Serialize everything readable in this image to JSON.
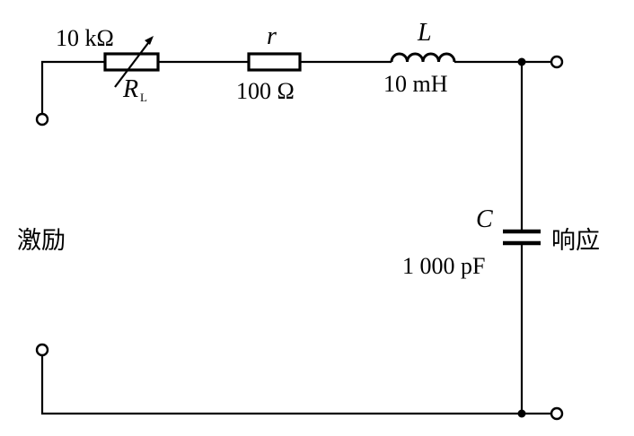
{
  "resistor_rl": {
    "value_label": "10 kΩ",
    "symbol": "R",
    "subscript": "L"
  },
  "resistor_r": {
    "symbol": "r",
    "value_label": "100 Ω"
  },
  "inductor": {
    "symbol": "L",
    "value_label": "10 mH"
  },
  "capacitor": {
    "symbol": "C",
    "value_label": "1 000 pF"
  },
  "input_label": "激励",
  "output_label": "响应"
}
